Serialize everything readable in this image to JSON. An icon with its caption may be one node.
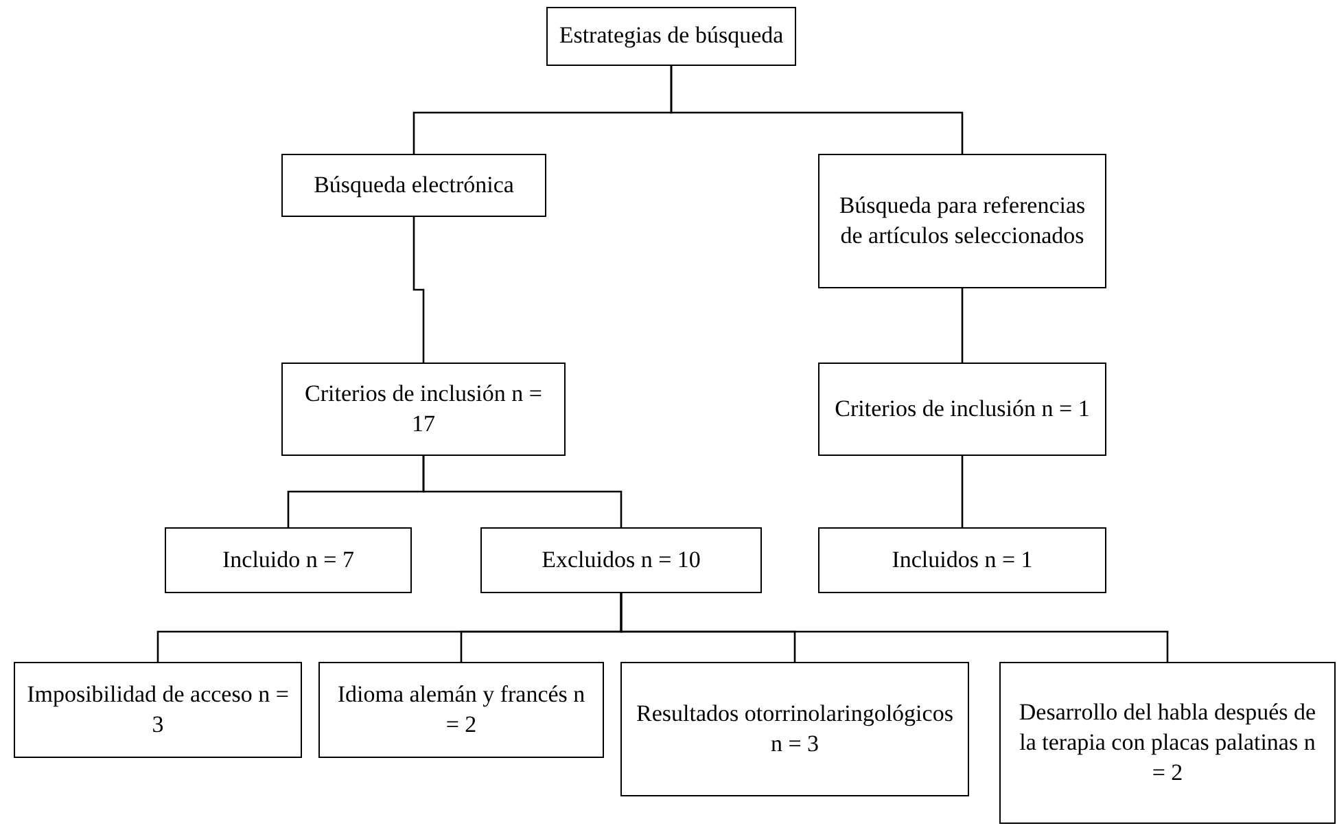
{
  "diagram": {
    "nodes": [
      {
        "text": [
          "Estrategias de búsqueda"
        ]
      },
      {
        "text": [
          "Búsqueda electrónica"
        ]
      },
      {
        "text": [
          "Búsqueda para referencias de artículos seleccionados"
        ]
      },
      {
        "text": [
          "Criterios de inclusión n = 17"
        ]
      },
      {
        "text": [
          "Criterios de inclusión n = 1"
        ]
      },
      {
        "text": [
          "Incluido n = 7"
        ]
      },
      {
        "text": [
          "Excluidos n = 10"
        ]
      },
      {
        "text": [
          "Incluidos n = 1"
        ]
      },
      {
        "text": [
          "Imposibilidad de acceso n = 3"
        ]
      },
      {
        "text": [
          "Idioma alemán y francés n = 2"
        ]
      },
      {
        "text": [
          "Resultados otorrinolaringológicos n = 3"
        ]
      },
      {
        "text": [
          "Desarrollo del habla después de la terapia con placas palatinas n = 2"
        ]
      }
    ],
    "edges": [
      {
        "from": 0,
        "to": 1,
        "arrow": "none"
      },
      {
        "from": 0,
        "to": 2,
        "arrow": "none"
      },
      {
        "from": 1,
        "to": 3,
        "arrow": "none"
      },
      {
        "from": 2,
        "to": 4,
        "arrow": "none"
      },
      {
        "from": 3,
        "to": 5,
        "arrow": "none"
      },
      {
        "from": 3,
        "to": 6,
        "arrow": "none"
      },
      {
        "from": 4,
        "to": 7,
        "arrow": "none"
      },
      {
        "from": 6,
        "to": 8,
        "arrow": "none"
      },
      {
        "from": 6,
        "to": 9,
        "arrow": "none"
      },
      {
        "from": 6,
        "to": 10,
        "arrow": "none"
      },
      {
        "from": 6,
        "to": 11,
        "arrow": "none"
      }
    ]
  }
}
